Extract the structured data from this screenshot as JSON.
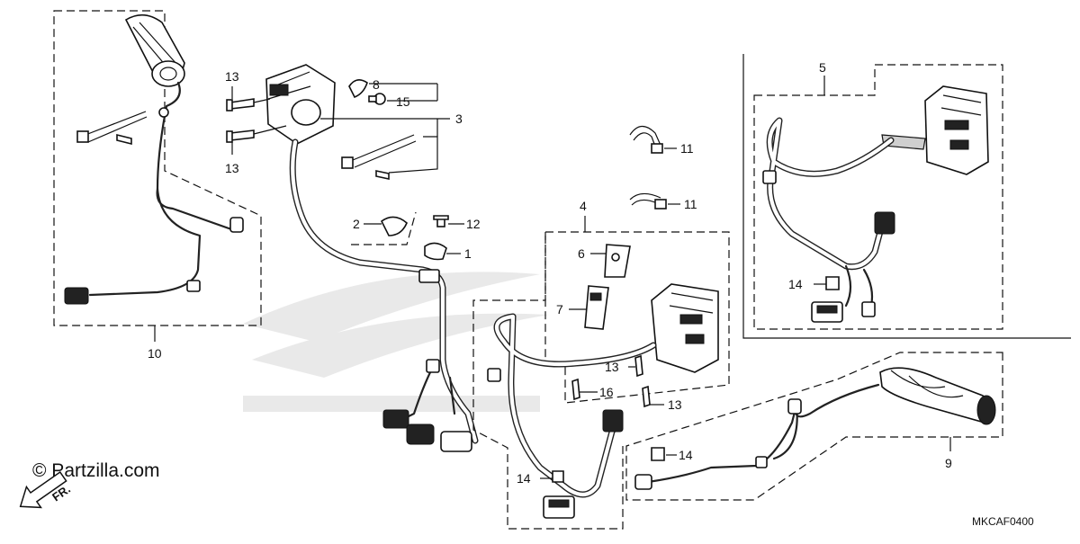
{
  "copyright": "© Partzilla.com",
  "diagram_code": "MKCAF0400",
  "front_arrow_label": "FR.",
  "callouts": {
    "c1": "1",
    "c2": "2",
    "c3": "3",
    "c4": "4",
    "c5": "5",
    "c6": "6",
    "c7": "7",
    "c8": "8",
    "c9": "9",
    "c10": "10",
    "c11a": "11",
    "c11b": "11",
    "c12": "12",
    "c13a": "13",
    "c13b": "13",
    "c13c": "13",
    "c13d": "13",
    "c14a": "14",
    "c14b": "14",
    "c14c": "14",
    "c15": "15",
    "c16": "16"
  },
  "icons": {
    "front_arrow": "arrow-down-left",
    "watermark": "brand-wing-watermark"
  }
}
